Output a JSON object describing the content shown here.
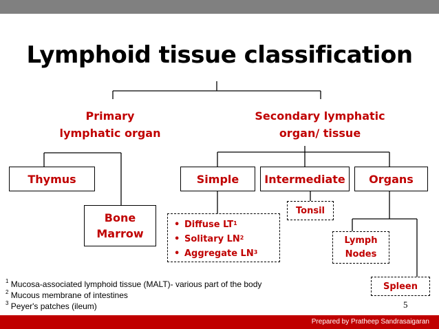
{
  "title": "Lymphoid tissue classification",
  "primary": {
    "line1": "Primary",
    "line2": "lymphatic organ"
  },
  "secondary": {
    "line1": "Secondary lymphatic",
    "line2": "organ/ tissue"
  },
  "nodes": {
    "thymus": "Thymus",
    "bone_line1": "Bone",
    "bone_line2": "Marrow",
    "simple": "Simple",
    "intermediate": "Intermediate",
    "organs": "Organs",
    "tonsil": "Tonsil",
    "lymph_line1": "Lymph",
    "lymph_line2": "Nodes",
    "spleen": "Spleen"
  },
  "simple_items": [
    {
      "label": "Diffuse LT",
      "sup": "1"
    },
    {
      "label": "Solitary LN",
      "sup": "2"
    },
    {
      "label": "Aggregate LN",
      "sup": "3"
    }
  ],
  "footnotes": [
    {
      "num": "1",
      "text": " Mucosa-associated lymphoid tissue (MALT)- various part of the body"
    },
    {
      "num": "2",
      "text": " Mucous membrane of intestines"
    },
    {
      "num": "3",
      "text": " Peyer's patches (ileum)"
    }
  ],
  "page_number": "5",
  "credit": "Prepared by Pratheep Sandrasaigaran",
  "colors": {
    "accent": "#c00000",
    "topbar": "#808080",
    "bottombar": "#c00000"
  }
}
